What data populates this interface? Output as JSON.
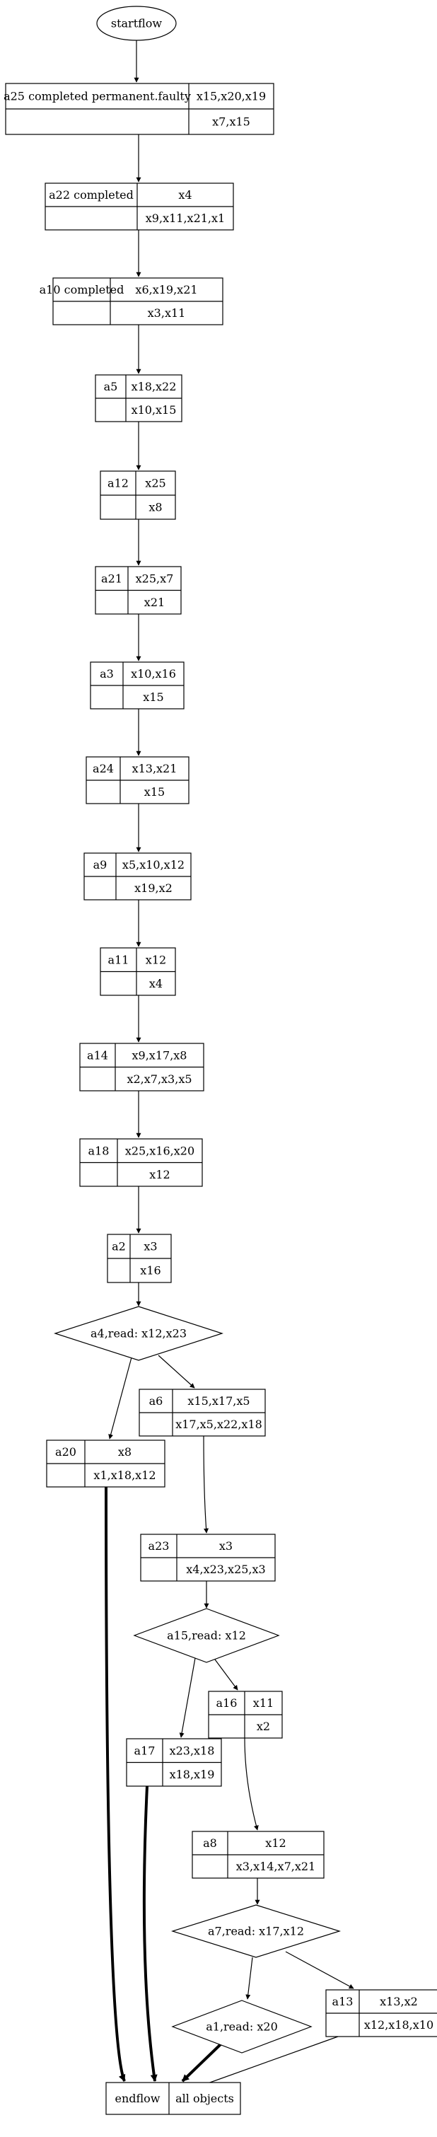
{
  "start": {
    "label": "startflow"
  },
  "nodes": [
    {
      "id": "a25",
      "kind": "table",
      "cells": [
        "a25 completed permanent.faulty",
        "x15,x20,x19",
        "",
        "x7,x15"
      ]
    },
    {
      "id": "a22",
      "kind": "table",
      "cells": [
        "a22 completed",
        "x4",
        "",
        "x9,x11,x21,x1"
      ]
    },
    {
      "id": "a10",
      "kind": "table",
      "cells": [
        "a10 completed",
        "x6,x19,x21",
        "",
        "x3,x11"
      ]
    },
    {
      "id": "a5",
      "kind": "table",
      "cells": [
        "a5",
        "x18,x22",
        "",
        "x10,x15"
      ]
    },
    {
      "id": "a12",
      "kind": "table",
      "cells": [
        "a12",
        "x25",
        "",
        "x8"
      ]
    },
    {
      "id": "a21",
      "kind": "table",
      "cells": [
        "a21",
        "x25,x7",
        "",
        "x21"
      ]
    },
    {
      "id": "a3",
      "kind": "table",
      "cells": [
        "a3",
        "x10,x16",
        "",
        "x15"
      ]
    },
    {
      "id": "a24",
      "kind": "table",
      "cells": [
        "a24",
        "x13,x21",
        "",
        "x15"
      ]
    },
    {
      "id": "a9",
      "kind": "table",
      "cells": [
        "a9",
        "x5,x10,x12",
        "",
        "x19,x2"
      ]
    },
    {
      "id": "a11",
      "kind": "table",
      "cells": [
        "a11",
        "x12",
        "",
        "x4"
      ]
    },
    {
      "id": "a14",
      "kind": "table",
      "cells": [
        "a14",
        "x9,x17,x8",
        "",
        "x2,x7,x3,x5"
      ]
    },
    {
      "id": "a18",
      "kind": "table",
      "cells": [
        "a18",
        "x25,x16,x20",
        "",
        "x12"
      ]
    },
    {
      "id": "a2",
      "kind": "table",
      "cells": [
        "a2",
        "x3",
        "",
        "x16"
      ]
    },
    {
      "id": "a4",
      "kind": "diamond",
      "label": "a4,read: x12,x23"
    },
    {
      "id": "a6",
      "kind": "table",
      "cells": [
        "a6",
        "x15,x17,x5",
        "",
        "x17,x5,x22,x18"
      ]
    },
    {
      "id": "a20",
      "kind": "table",
      "cells": [
        "a20",
        "x8",
        "",
        "x1,x18,x12"
      ]
    },
    {
      "id": "a23",
      "kind": "table",
      "cells": [
        "a23",
        "x3",
        "",
        "x4,x23,x25,x3"
      ]
    },
    {
      "id": "a15",
      "kind": "diamond",
      "label": "a15,read: x12"
    },
    {
      "id": "a16",
      "kind": "table",
      "cells": [
        "a16",
        "x11",
        "",
        "x2"
      ]
    },
    {
      "id": "a17",
      "kind": "table",
      "cells": [
        "a17",
        "x23,x18",
        "",
        "x18,x19"
      ]
    },
    {
      "id": "a8",
      "kind": "table",
      "cells": [
        "a8",
        "x12",
        "",
        "x3,x14,x7,x21"
      ]
    },
    {
      "id": "a7",
      "kind": "diamond",
      "label": "a7,read: x17,x12"
    },
    {
      "id": "a1",
      "kind": "diamond",
      "label": "a1,read: x20"
    },
    {
      "id": "a13",
      "kind": "table",
      "cells": [
        "a13",
        "x13,x2",
        "",
        "x12,x18,x10"
      ]
    },
    {
      "id": "end",
      "kind": "table1",
      "cells": [
        "endflow",
        "all objects"
      ]
    }
  ],
  "edges": [
    {
      "from": "start",
      "to": "a25"
    },
    {
      "from": "a25",
      "to": "a22"
    },
    {
      "from": "a22",
      "to": "a10"
    },
    {
      "from": "a10",
      "to": "a5"
    },
    {
      "from": "a5",
      "to": "a12"
    },
    {
      "from": "a12",
      "to": "a21"
    },
    {
      "from": "a21",
      "to": "a3"
    },
    {
      "from": "a3",
      "to": "a24"
    },
    {
      "from": "a24",
      "to": "a9"
    },
    {
      "from": "a9",
      "to": "a11"
    },
    {
      "from": "a11",
      "to": "a14"
    },
    {
      "from": "a14",
      "to": "a18"
    },
    {
      "from": "a18",
      "to": "a2"
    },
    {
      "from": "a2",
      "to": "a4"
    },
    {
      "from": "a4",
      "to": "a20"
    },
    {
      "from": "a4",
      "to": "a6"
    },
    {
      "from": "a6",
      "to": "a23"
    },
    {
      "from": "a23",
      "to": "a15"
    },
    {
      "from": "a15",
      "to": "a17"
    },
    {
      "from": "a15",
      "to": "a16"
    },
    {
      "from": "a16",
      "to": "a8"
    },
    {
      "from": "a8",
      "to": "a7"
    },
    {
      "from": "a7",
      "to": "a1"
    },
    {
      "from": "a7",
      "to": "a13"
    },
    {
      "from": "a20",
      "to": "end",
      "bold": true
    },
    {
      "from": "a17",
      "to": "end",
      "bold": true
    },
    {
      "from": "a1",
      "to": "end",
      "bold": true
    },
    {
      "from": "a13",
      "to": "end"
    }
  ]
}
